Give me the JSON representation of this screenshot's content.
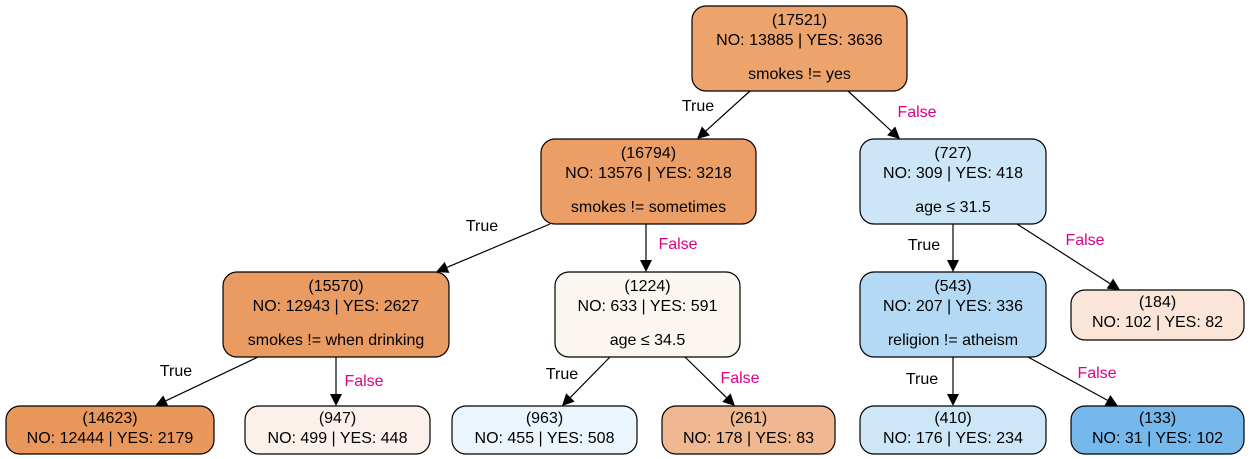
{
  "colors": {
    "edge_true_label": "#000000",
    "edge_false_label": "#e0008a",
    "node_border": "#000000"
  },
  "tree": {
    "nodes": [
      {
        "id": "n0",
        "samples": "(17521)",
        "counts": "NO: 13885 | YES: 3636",
        "split": "smokes != yes",
        "fill": "#eca46c"
      },
      {
        "id": "n1",
        "samples": "(16794)",
        "counts": "NO: 13576 | YES: 3218",
        "split": "smokes != sometimes",
        "fill": "#eb9f67"
      },
      {
        "id": "n2",
        "samples": "(727)",
        "counts": "NO: 309 | YES: 418",
        "split": "age ≤ 31.5",
        "fill": "#cce5f7"
      },
      {
        "id": "n3",
        "samples": "(15570)",
        "counts": "NO: 12943 | YES: 2627",
        "split": "smokes != when drinking",
        "fill": "#ea9b61"
      },
      {
        "id": "n4",
        "samples": "(1224)",
        "counts": "NO: 633 | YES: 591",
        "split": "age ≤ 34.5",
        "fill": "#fcf6f1"
      },
      {
        "id": "n5",
        "samples": "(543)",
        "counts": "NO: 207 | YES: 336",
        "split": "religion != atheism",
        "fill": "#b3d9f5"
      },
      {
        "id": "n6",
        "samples": "(184)",
        "counts": "NO: 102 | YES: 82",
        "split": "",
        "fill": "#fae5d8"
      },
      {
        "id": "n7",
        "samples": "(14623)",
        "counts": "NO: 12444 | YES: 2179",
        "split": "",
        "fill": "#ea975b"
      },
      {
        "id": "n8",
        "samples": "(947)",
        "counts": "NO: 499 | YES: 448",
        "split": "",
        "fill": "#fcf1ea"
      },
      {
        "id": "n9",
        "samples": "(963)",
        "counts": "NO: 455 | YES: 508",
        "split": "",
        "fill": "#ebf5fd"
      },
      {
        "id": "n10",
        "samples": "(261)",
        "counts": "NO: 178 | YES: 83",
        "split": "",
        "fill": "#f0b890"
      },
      {
        "id": "n11",
        "samples": "(410)",
        "counts": "NO: 176 | YES: 234",
        "split": "",
        "fill": "#cde6f8"
      },
      {
        "id": "n12",
        "samples": "(133)",
        "counts": "NO: 31 | YES: 102",
        "split": "",
        "fill": "#75b9ec"
      }
    ],
    "edges": [
      {
        "from": "n0",
        "to": "n1",
        "label": "True"
      },
      {
        "from": "n0",
        "to": "n2",
        "label": "False"
      },
      {
        "from": "n1",
        "to": "n3",
        "label": "True"
      },
      {
        "from": "n1",
        "to": "n4",
        "label": "False"
      },
      {
        "from": "n2",
        "to": "n5",
        "label": "True"
      },
      {
        "from": "n2",
        "to": "n6",
        "label": "False"
      },
      {
        "from": "n3",
        "to": "n7",
        "label": "True"
      },
      {
        "from": "n3",
        "to": "n8",
        "label": "False"
      },
      {
        "from": "n4",
        "to": "n9",
        "label": "True"
      },
      {
        "from": "n4",
        "to": "n10",
        "label": "False"
      },
      {
        "from": "n5",
        "to": "n11",
        "label": "True"
      },
      {
        "from": "n5",
        "to": "n12",
        "label": "False"
      }
    ]
  }
}
